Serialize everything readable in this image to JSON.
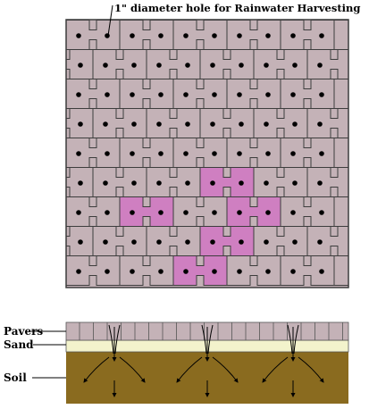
{
  "top_view": {
    "hole_label": "1\" diameter hole for Rainwater Harvesting",
    "paver_color": "#c4b2b7",
    "highlight_color": "#cf7fc1",
    "outline_color": "#3d3d3d",
    "hole_color": "#000000"
  },
  "cross_section": {
    "labels": {
      "pavers": "Pavers",
      "sand": "Sand",
      "soil": "Soil"
    },
    "paver_color": "#c4b2b7",
    "sand_color": "#f3f3cc",
    "soil_color": "#8a6b1f"
  }
}
